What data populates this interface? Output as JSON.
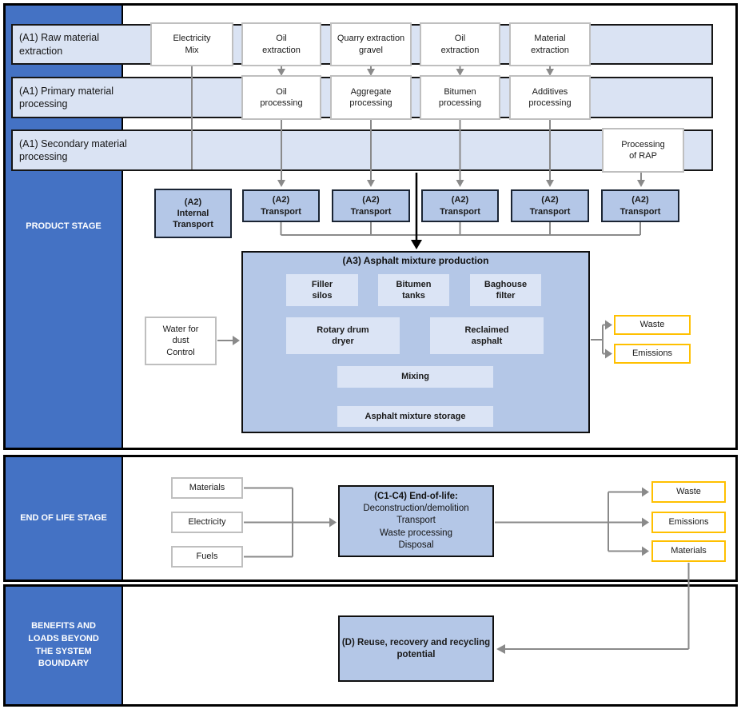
{
  "stages": {
    "product": {
      "label": "PRODUCT STAGE",
      "rows": [
        "(A1) Raw material\nextraction",
        "(A1) Primary material\nprocessing",
        "(A1) Secondary material\nprocessing"
      ],
      "raw": [
        "Electricity\nMix",
        "Oil\nextraction",
        "Quarry extraction\ngravel",
        "Oil\nextraction",
        "Material\nextraction"
      ],
      "proc": [
        "Oil\nprocessing",
        "Aggregate\nprocessing",
        "Bitumen\nprocessing",
        "Additives\nprocessing"
      ],
      "secondary": "Processing\nof RAP",
      "transport": {
        "internal": "(A2)\nInternal\nTransport",
        "standard": "(A2)\nTransport"
      },
      "production": {
        "title": "(A3) Asphalt mixture production",
        "units": [
          "Filler\nsilos",
          "Bitumen\ntanks",
          "Baghouse\nfilter",
          "Rotary drum\ndryer",
          "Reclaimed\nasphalt",
          "Mixing",
          "Asphalt mixture storage"
        ]
      },
      "water": "Water for\ndust\nControl",
      "outputs": [
        "Waste",
        "Emissions"
      ]
    },
    "eol": {
      "label": "END OF LIFE STAGE",
      "inputs": [
        "Materials",
        "Electricity",
        "Fuels"
      ],
      "process": {
        "title": "(C1-C4) End-of-life:",
        "body": "Deconstruction/demolition\nTransport\nWaste processing\nDisposal"
      },
      "outputs": [
        "Waste",
        "Emissions",
        "Materials"
      ]
    },
    "benefits": {
      "label": "BENEFITS AND\nLOADS BEYOND\nTHE SYSTEM\nBOUNDARY",
      "process": "(D) Reuse, recovery and recycling\npotential"
    }
  },
  "colors": {
    "sidebar_blue": "#4472C4",
    "row_light_blue": "#DAE3F3",
    "box_medium_blue": "#B4C7E7",
    "inner_light_blue": "#DBE4F5",
    "output_yellow": "#FFC000",
    "connector_gray": "#8A8A8A"
  }
}
